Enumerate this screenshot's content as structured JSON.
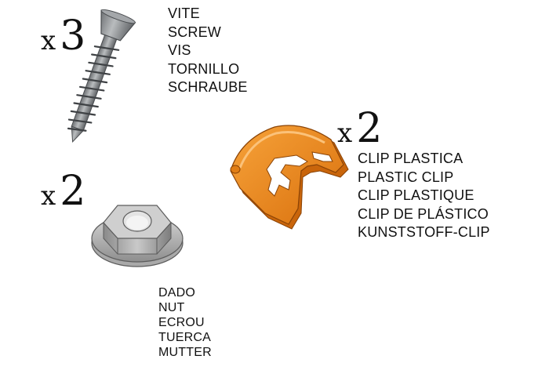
{
  "parts": {
    "screw": {
      "quantity_prefix": "x",
      "quantity": "3",
      "labels": [
        "VITE",
        "SCREW",
        "VIS",
        "TORNILLO",
        "SCHRAUBE"
      ],
      "color": "#8f9396"
    },
    "nut": {
      "quantity_prefix": "x",
      "quantity": "2",
      "labels": [
        "DADO",
        "NUT",
        "ECROU",
        "TUERCA",
        "MUTTER"
      ],
      "color": "#b8b8b8"
    },
    "clip": {
      "quantity_prefix": "x",
      "quantity": "2",
      "labels": [
        "CLIP PLASTICA",
        "PLASTIC CLIP",
        "CLIP PLASTIQUE",
        "CLIP DE PLÁSTICO",
        "KUNSTSTOFF-CLIP"
      ],
      "color": "#f08a1c"
    }
  }
}
